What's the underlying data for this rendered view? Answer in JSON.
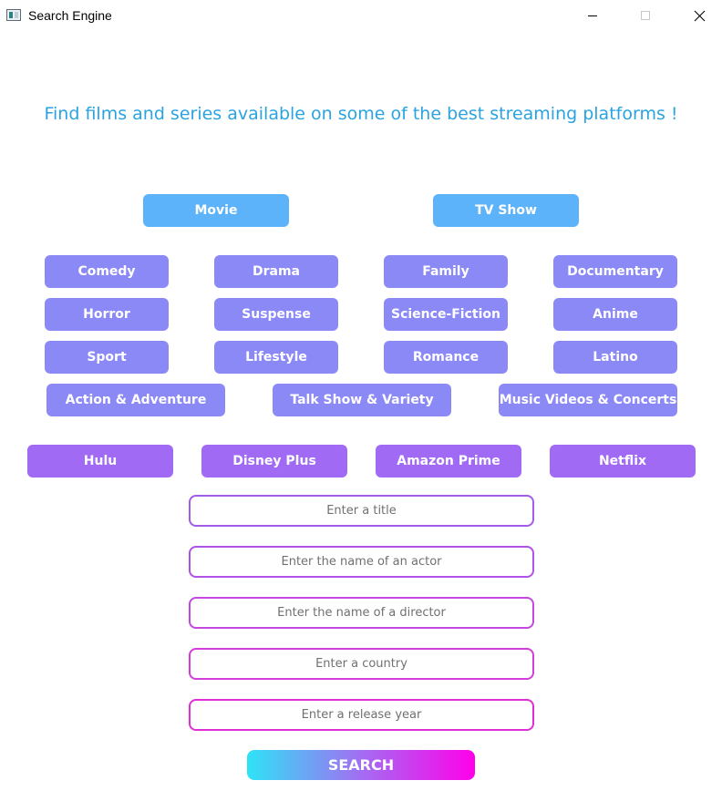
{
  "window": {
    "title": "Search Engine",
    "controls": {
      "minimize": "—",
      "maximize": "☐",
      "close": "✕"
    }
  },
  "heading": "Find films and series available on some of the best streaming platforms !",
  "types": {
    "movie": "Movie",
    "tv_show": "TV Show"
  },
  "genres": {
    "comedy": "Comedy",
    "drama": "Drama",
    "family": "Family",
    "documentary": "Documentary",
    "horror": "Horror",
    "suspense": "Suspense",
    "science_fiction": "Science-Fiction",
    "anime": "Anime",
    "sport": "Sport",
    "lifestyle": "Lifestyle",
    "romance": "Romance",
    "latino": "Latino",
    "action_adventure": "Action & Adventure",
    "talk_show_variety": "Talk Show & Variety",
    "music_videos_concerts": "Music Videos & Concerts"
  },
  "platforms": {
    "hulu": "Hulu",
    "disney_plus": "Disney Plus",
    "amazon_prime": "Amazon Prime",
    "netflix": "Netflix"
  },
  "fields": {
    "title": {
      "placeholder": "Enter a title",
      "value": ""
    },
    "actor": {
      "placeholder": "Enter the name of an actor",
      "value": ""
    },
    "director": {
      "placeholder": "Enter the name of a director",
      "value": ""
    },
    "country": {
      "placeholder": "Enter a country",
      "value": ""
    },
    "year": {
      "placeholder": "Enter a release year",
      "value": ""
    }
  },
  "search_label": "SEARCH",
  "colors": {
    "heading": "#2aa3e0",
    "type_button": "#5cb3fa",
    "genre_button": "#8b89f6",
    "platform_button": "#a16af5",
    "search_gradient": [
      "#2ee3f6",
      "#a26ef2",
      "#ff00ea"
    ]
  }
}
